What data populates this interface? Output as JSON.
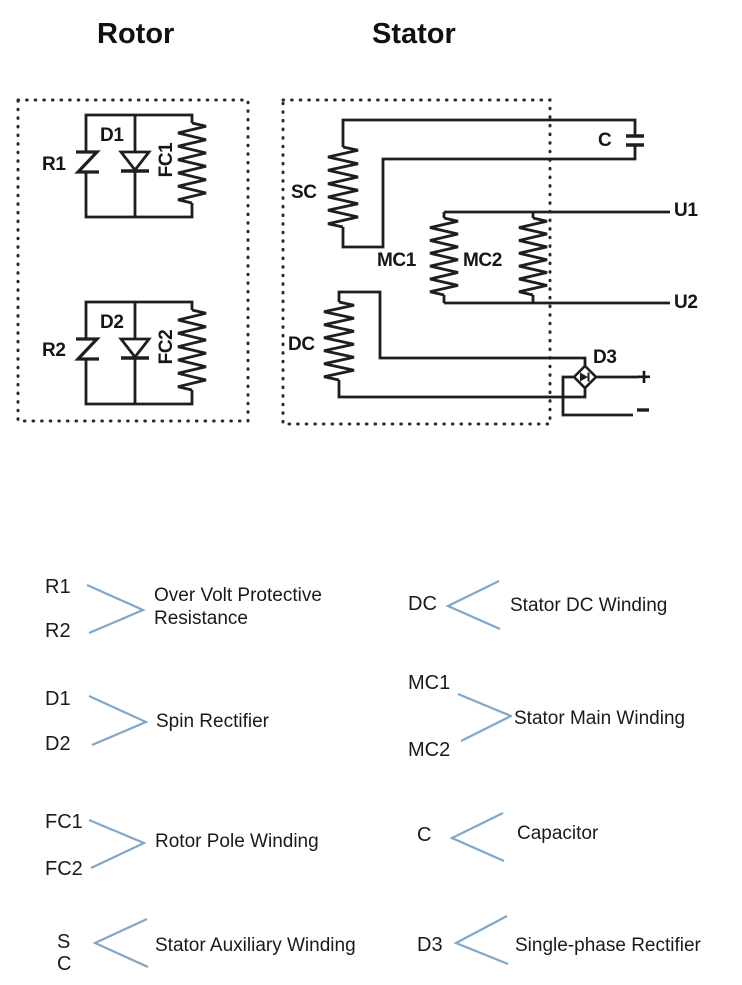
{
  "colors": {
    "line": "#1e1e1e",
    "accent_blue": "#7fa7ca"
  },
  "titles": {
    "rotor": "Rotor",
    "stator": "Stator"
  },
  "rotor_labels": {
    "r1": "R1",
    "d1": "D1",
    "fc1": "FC1",
    "r2": "R2",
    "d2": "D2",
    "fc2": "FC2"
  },
  "stator_labels": {
    "sc": "SC",
    "dc": "DC",
    "mc1": "MC1",
    "mc2": "MC2",
    "c": "C",
    "u1": "U1",
    "u2": "U2",
    "d3": "D3",
    "plus": "+",
    "minus": "-"
  },
  "legend": {
    "left": [
      {
        "labels": [
          "R1",
          "R2"
        ],
        "text": "Over Volt Protective Resistance"
      },
      {
        "labels": [
          "D1",
          "D2"
        ],
        "text": "Spin Rectifier"
      },
      {
        "labels": [
          "FC1",
          "FC2"
        ],
        "text": "Rotor Pole Winding"
      },
      {
        "labels": [
          "S",
          "C"
        ],
        "text": "Stator Auxiliary Winding"
      }
    ],
    "right": [
      {
        "labels": [
          "DC"
        ],
        "text": "Stator DC Winding"
      },
      {
        "labels": [
          "MC1",
          "MC2"
        ],
        "text": "Stator Main Winding"
      },
      {
        "labels": [
          "C"
        ],
        "text": "Capacitor"
      },
      {
        "labels": [
          "D3"
        ],
        "text": "Single-phase Rectifier"
      }
    ]
  }
}
